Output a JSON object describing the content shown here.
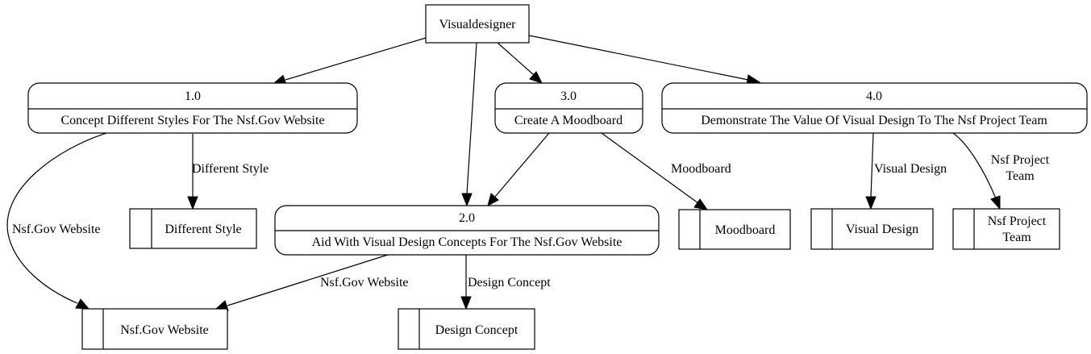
{
  "entity": {
    "label": "Visualdesigner"
  },
  "processes": {
    "p1": {
      "number": "1.0",
      "label": "Concept Different Styles For The Nsf.Gov Website"
    },
    "p2": {
      "number": "2.0",
      "label": "Aid With Visual Design Concepts For The Nsf.Gov Website"
    },
    "p3": {
      "number": "3.0",
      "label": "Create A Moodboard"
    },
    "p4": {
      "number": "4.0",
      "label": "Demonstrate The Value Of Visual Design To The Nsf Project Team"
    }
  },
  "stores": {
    "different_style": {
      "label": "Different Style"
    },
    "moodboard": {
      "label": "Moodboard"
    },
    "visual_design": {
      "label": "Visual Design"
    },
    "nsf_project_team": {
      "label_line1": "Nsf Project",
      "label_line2": "Team"
    },
    "nsf_gov_website": {
      "label": "Nsf.Gov Website"
    },
    "design_concept": {
      "label": "Design Concept"
    }
  },
  "edge_labels": {
    "p1_to_different_style": "Different Style",
    "p1_to_nsf_gov_website": "Nsf.Gov Website",
    "p3_to_moodboard": "Moodboard",
    "p4_to_visual_design": "Visual Design",
    "p4_to_nsf_project_team_line1": "Nsf Project",
    "p4_to_nsf_project_team_line2": "Team",
    "p2_to_nsf_gov_website": "Nsf.Gov Website",
    "p2_to_design_concept": "Design Concept"
  }
}
